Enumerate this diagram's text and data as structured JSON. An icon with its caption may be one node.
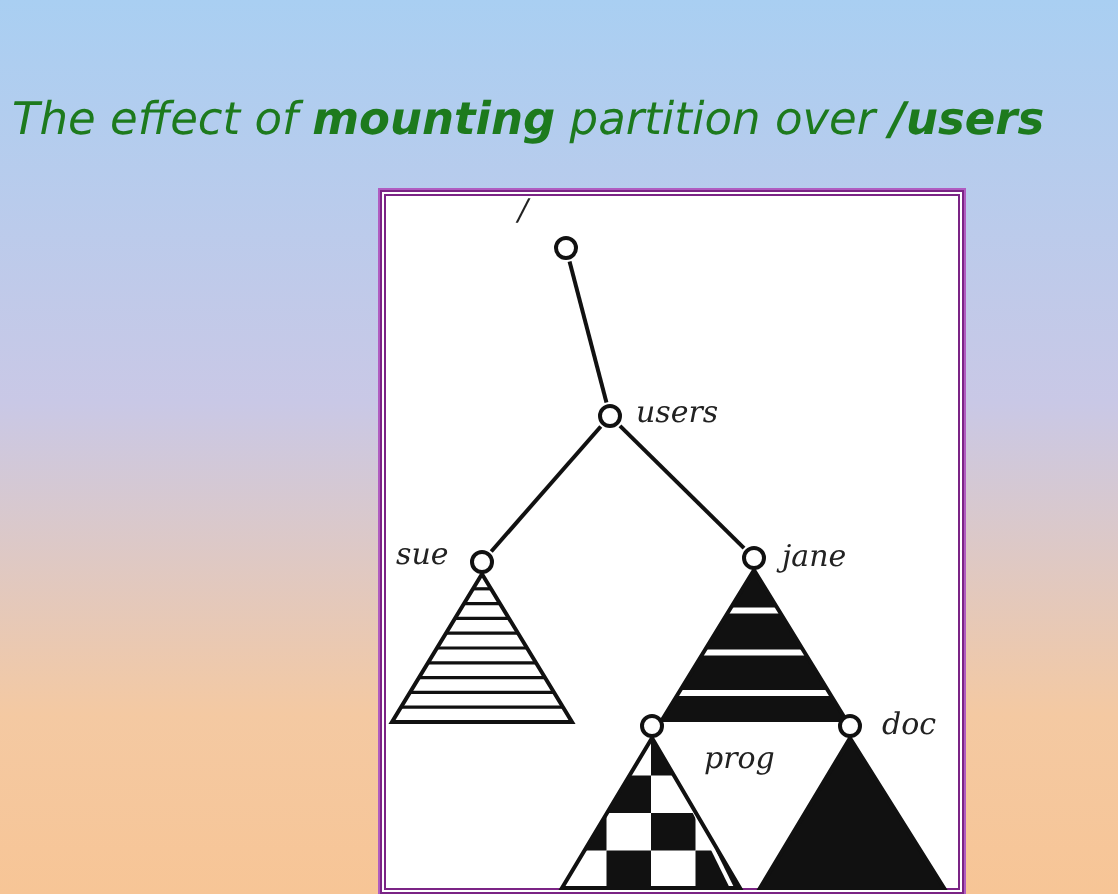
{
  "diagram": {
    "title": "The effect of **mounting** partition over **/users**",
    "nodes": [
      {
        "text": [],
        "shape": "circle",
        "beside": [
          "/"
        ]
      },
      {
        "text": [],
        "shape": "circle",
        "beside": [
          "users"
        ]
      },
      {
        "text": [],
        "shape": "circle",
        "beside": [
          "sue"
        ]
      },
      {
        "text": [],
        "shape": "circle",
        "beside": [
          "jane"
        ]
      },
      {
        "text": [],
        "shape": "triangle"
      },
      {
        "text": [],
        "shape": "triangle"
      },
      {
        "text": [],
        "shape": "circle"
      },
      {
        "text": [],
        "shape": "circle",
        "beside": [
          "doc"
        ]
      },
      {
        "text": [],
        "shape": "triangle"
      },
      {
        "text": [],
        "shape": "triangle"
      }
    ],
    "edges": [
      {
        "from": 0,
        "to": 1,
        "arrow": "none"
      },
      {
        "from": 1,
        "to": 2,
        "arrow": "none"
      },
      {
        "from": 1,
        "to": 3,
        "arrow": "none"
      }
    ],
    "labels": [
      "prog"
    ]
  }
}
